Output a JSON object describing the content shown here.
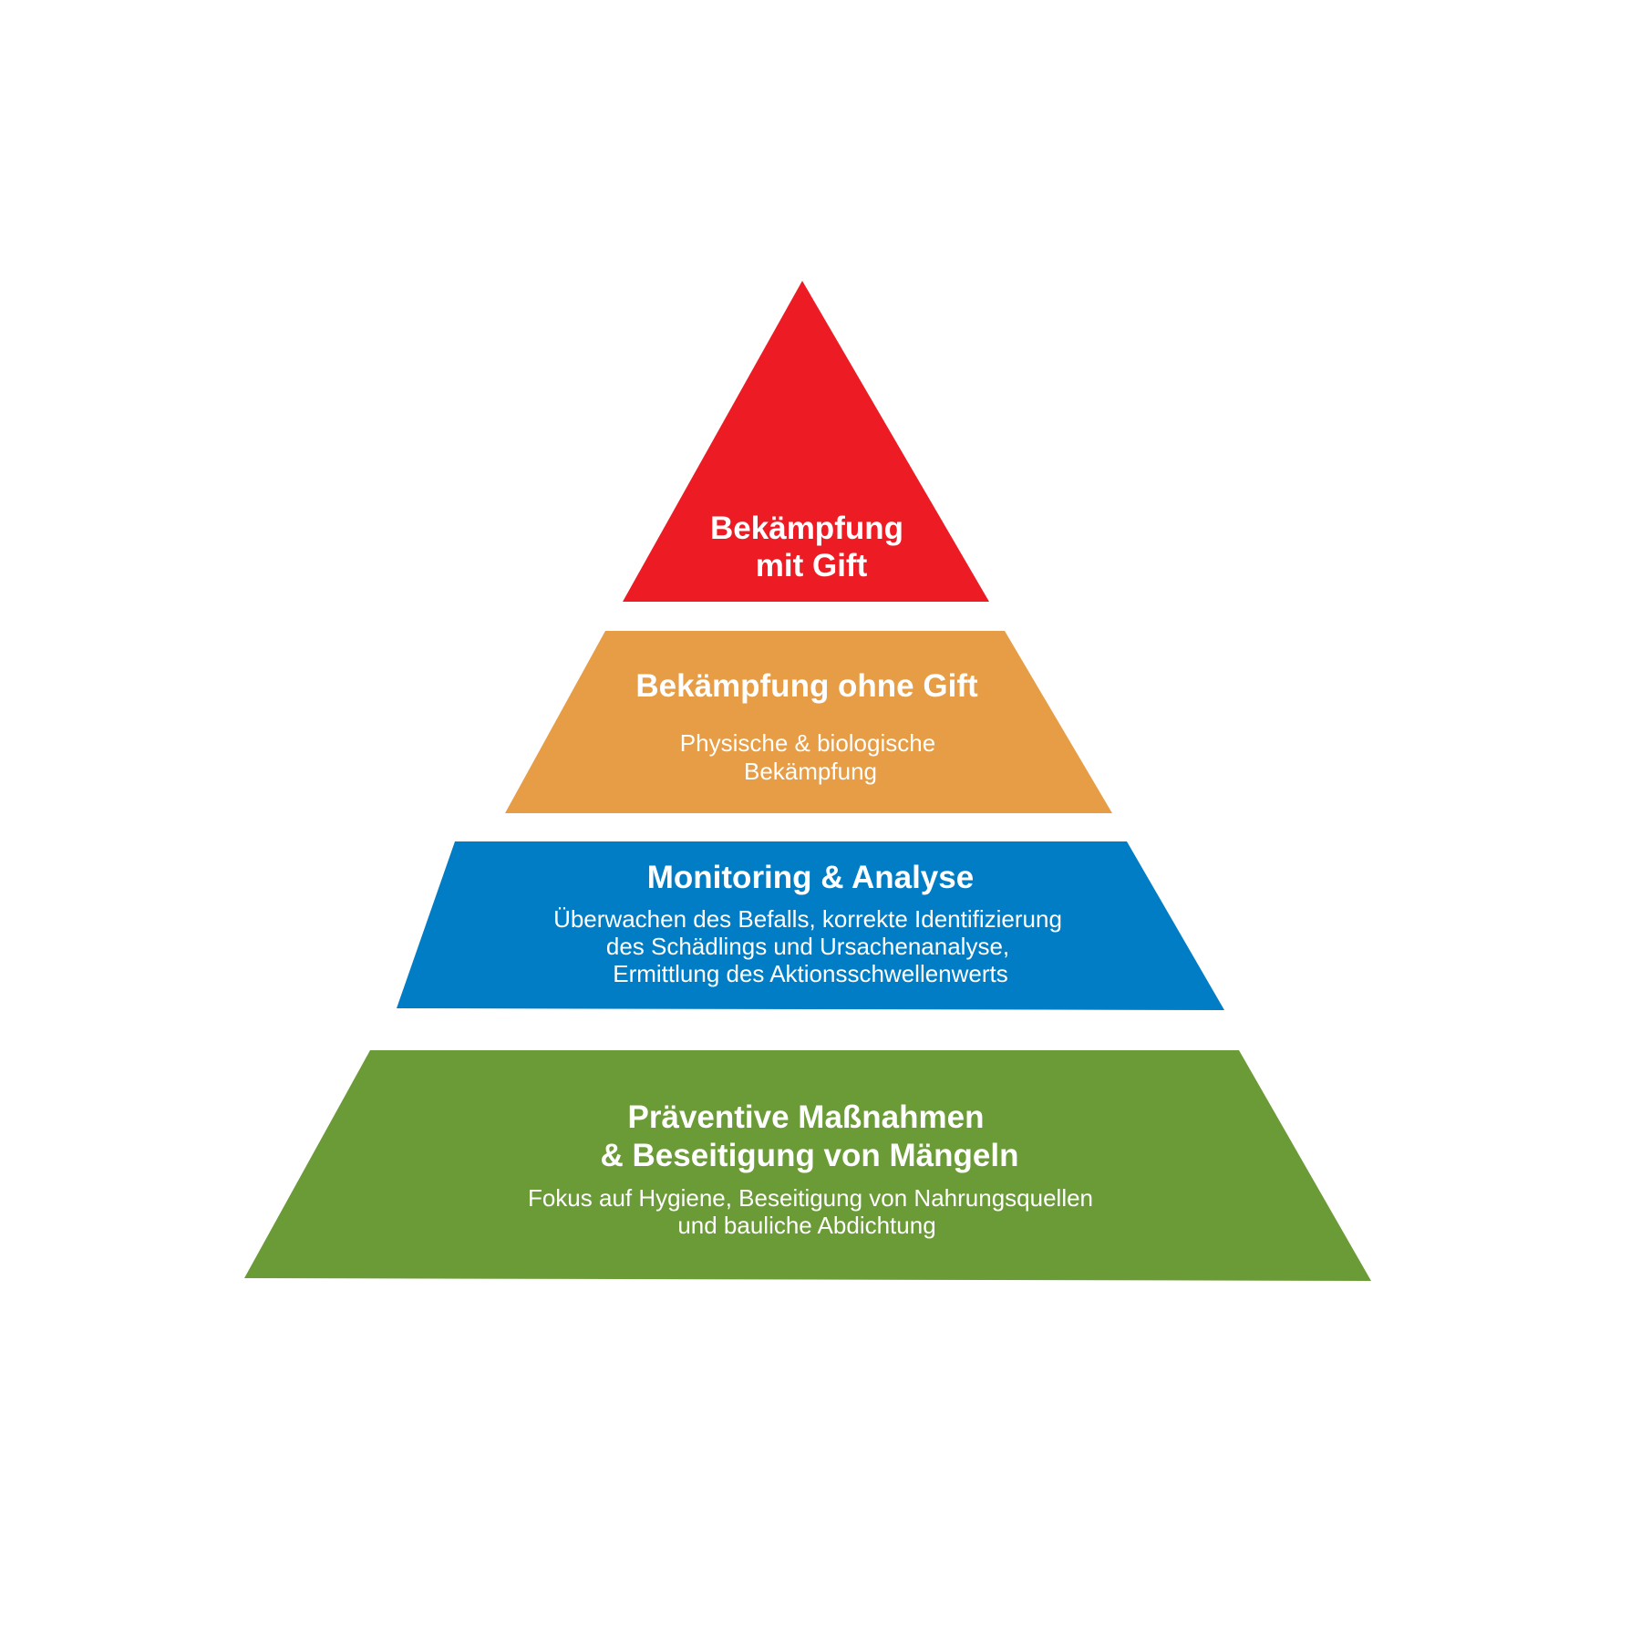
{
  "pyramid": {
    "tiers": [
      {
        "id": "poison",
        "title_lines": [
          "Bekämpfung",
          "mit Gift"
        ],
        "desc_lines": [],
        "color": "#ED1C24"
      },
      {
        "id": "nonpoison",
        "title_lines": [
          "Bekämpfung ohne Gift"
        ],
        "desc_lines": [
          "Physische & biologische",
          "Bekämpfung"
        ],
        "color": "#E69D45"
      },
      {
        "id": "monitoring",
        "title_lines": [
          "Monitoring & Analyse"
        ],
        "desc_lines": [
          "Überwachen des Befalls, korrekte Identifizierung",
          "des Schädlings und Ursachenanalyse,",
          "Ermittlung des Aktionsschwellenwerts"
        ],
        "color": "#007DC5"
      },
      {
        "id": "prevention",
        "title_lines": [
          "Präventive Maßnahmen",
          "& Beseitigung von Mängeln"
        ],
        "desc_lines": [
          "Fokus auf Hygiene, Beseitigung von Nahrungsquellen",
          "und bauliche Abdichtung"
        ],
        "color": "#6A9B36"
      }
    ]
  }
}
